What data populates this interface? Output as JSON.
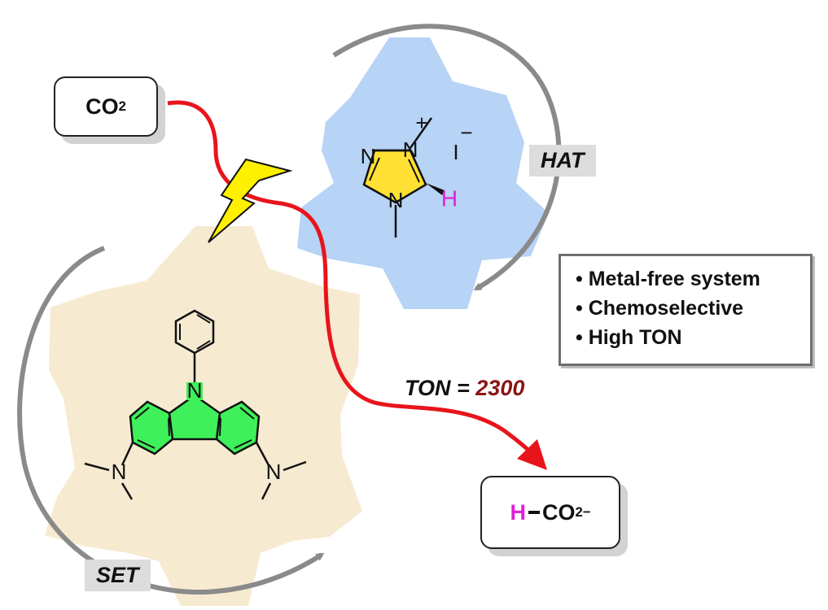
{
  "reactant": {
    "formula": "CO",
    "subscript": "2"
  },
  "product": {
    "hydrogen": "H",
    "formula": "CO",
    "subscript": "2",
    "charge": "−"
  },
  "ton": {
    "label": "TON = ",
    "value": "2300"
  },
  "cycles": {
    "hat": "HAT",
    "set": "SET"
  },
  "features": [
    "• Metal-free system",
    "• Chemoselective",
    "• High TON"
  ],
  "triazolium": {
    "n1": "N",
    "n2": "N",
    "n4": "N",
    "plus": "+",
    "counterion": "I",
    "counterion_charge": "−",
    "hydrogen": "H"
  },
  "carbazole": {
    "n_center": "N",
    "n_left": "N",
    "n_right": "N"
  },
  "colors": {
    "gear_blue": "#b7d3f5",
    "gear_tan": "#f6ead1",
    "carbazole_green": "#3ef05a",
    "triazolium_yellow": "#ffe033",
    "arrow_red": "#e8141c",
    "cycle_gray": "#8a8a8a",
    "ton_value": "#8b1414",
    "hydrogen_magenta": "#e020d8",
    "lightning": "#fff000"
  }
}
